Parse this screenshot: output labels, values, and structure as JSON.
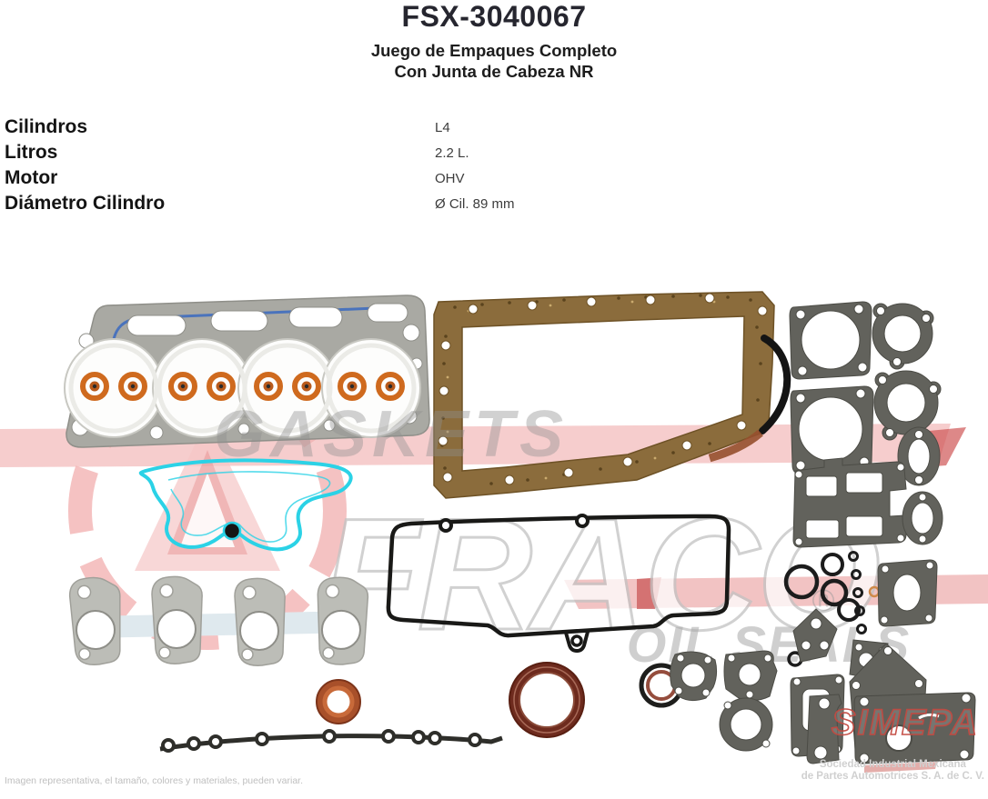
{
  "header": {
    "part_number": "FSX-3040067",
    "subtitle_line1": "Juego de Empaques Completo",
    "subtitle_line2": "Con Junta de Cabeza NR"
  },
  "specs": {
    "rows": [
      {
        "label": "Cilindros",
        "value": "L4"
      },
      {
        "label": "Litros",
        "value": "2.2 L."
      },
      {
        "label": "Motor",
        "value": "OHV"
      },
      {
        "label": "Diámetro Cilindro",
        "value": "Ø Cil. 89 mm"
      }
    ]
  },
  "watermarks": {
    "gaskets": "GASKETS",
    "brand": "FRACO",
    "oil_seals": "OIL SEALS",
    "simepa": "SIMEPA",
    "registered": "®"
  },
  "footer": {
    "disclaimer": "Imagen representativa, el tamaño, colores y materiales, pueden variar.",
    "company_line1": "Sociedad Industrial Mexicana",
    "company_line2": "de Partes Automotrices S. A. de C. V."
  },
  "colors": {
    "title_text": "#26262f",
    "watermark_pink": "#f3bcbc",
    "watermark_red": "#cf5555",
    "brand_red": "#c34a42",
    "cyan_gasket": "#2bd2e6",
    "cork": "#8b6c3c",
    "steel_gray": "#a9a9a3",
    "dark_gasket": "#62625c",
    "seal_brown": "#6e2b1e",
    "seal_orange": "#a8502a",
    "bead_blue": "#3f6dbf"
  }
}
